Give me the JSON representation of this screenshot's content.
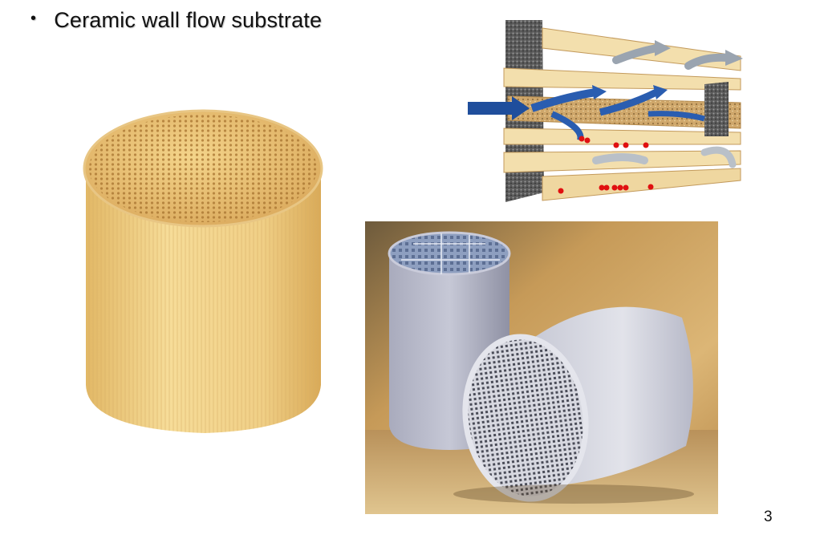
{
  "slide": {
    "bullet": "Ceramic wall flow substrate",
    "page_number": "3"
  },
  "images": {
    "yellow_substrate": {
      "icon": "cordierite-honeycomb-cylinder-photo"
    },
    "flow_diagram": {
      "icon": "wall-flow-filter-cutaway-diagram"
    },
    "grey_substrates": {
      "icon": "silicon-carbide-substrates-photo"
    }
  },
  "colors": {
    "text": "#111111",
    "cordierite": "#e9c77a",
    "flow_arrow": "#1f4e9c",
    "particle": "#e01010",
    "photo_backdrop": "#b88a4a",
    "grey_part": "#c9cad6"
  }
}
